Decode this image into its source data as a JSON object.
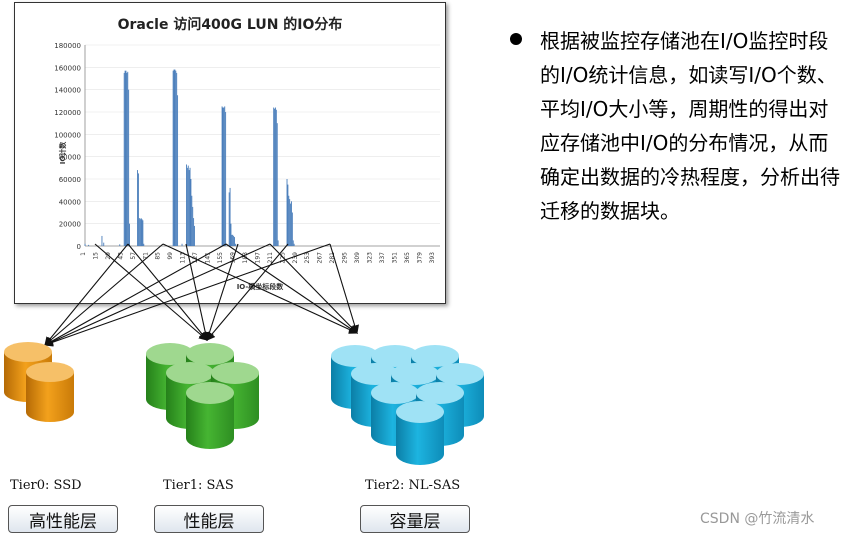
{
  "chart_data": {
    "type": "bar",
    "title": "Oracle 访问400G LUN 的IO分布",
    "xlabel": "IO-横坐标段数",
    "ylabel": "IO计数",
    "ylim": [
      0,
      180000
    ],
    "yticks": [
      0,
      20000,
      40000,
      60000,
      80000,
      100000,
      120000,
      140000,
      160000,
      180000
    ],
    "xticks": [
      "1",
      "15",
      "29",
      "43",
      "57",
      "71",
      "85",
      "99",
      "113",
      "127",
      "141",
      "155",
      "169",
      "183",
      "197",
      "211",
      "225",
      "239",
      "253",
      "267",
      "281",
      "295",
      "309",
      "323",
      "337",
      "351",
      "365",
      "379",
      "393"
    ],
    "x_max": 400,
    "values": [
      [
        1,
        2000
      ],
      [
        5,
        1000
      ],
      [
        20,
        9000
      ],
      [
        22,
        3000
      ],
      [
        40,
        1500
      ],
      [
        45,
        155000
      ],
      [
        46,
        157000
      ],
      [
        47,
        157000
      ],
      [
        48,
        155000
      ],
      [
        49,
        156000
      ],
      [
        50,
        140000
      ],
      [
        51,
        20000
      ],
      [
        60,
        68000
      ],
      [
        61,
        65000
      ],
      [
        62,
        25000
      ],
      [
        63,
        24000
      ],
      [
        64,
        25000
      ],
      [
        65,
        24000
      ],
      [
        66,
        23000
      ],
      [
        67,
        2000
      ],
      [
        100,
        157000
      ],
      [
        101,
        158000
      ],
      [
        102,
        158000
      ],
      [
        103,
        157000
      ],
      [
        104,
        155000
      ],
      [
        105,
        135000
      ],
      [
        110,
        2000
      ],
      [
        115,
        73000
      ],
      [
        116,
        70000
      ],
      [
        117,
        72000
      ],
      [
        118,
        68000
      ],
      [
        119,
        70000
      ],
      [
        120,
        60000
      ],
      [
        121,
        45000
      ],
      [
        122,
        35000
      ],
      [
        123,
        25000
      ],
      [
        124,
        18000
      ],
      [
        155,
        125000
      ],
      [
        156,
        124000
      ],
      [
        157,
        124000
      ],
      [
        158,
        125000
      ],
      [
        159,
        120000
      ],
      [
        163,
        48000
      ],
      [
        164,
        52000
      ],
      [
        165,
        20000
      ],
      [
        166,
        10000
      ],
      [
        167,
        10000
      ],
      [
        168,
        9000
      ],
      [
        169,
        8000
      ],
      [
        170,
        2000
      ],
      [
        172,
        1500
      ],
      [
        213,
        124000
      ],
      [
        214,
        123000
      ],
      [
        215,
        124000
      ],
      [
        216,
        122000
      ],
      [
        217,
        110000
      ],
      [
        218,
        5000
      ],
      [
        228,
        60000
      ],
      [
        229,
        55000
      ],
      [
        230,
        45000
      ],
      [
        231,
        42000
      ],
      [
        232,
        38000
      ],
      [
        233,
        40000
      ],
      [
        234,
        30000
      ],
      [
        235,
        5000
      ],
      [
        236,
        2000
      ]
    ]
  },
  "arrows_label": "",
  "tiers": [
    {
      "name": "Tier0: SSD",
      "button": "高性能层",
      "color": "#e8960c"
    },
    {
      "name": "Tier1: SAS",
      "button": "性能层",
      "color": "#3fa12c"
    },
    {
      "name": "Tier2: NL-SAS",
      "button": "容量层",
      "color": "#17a8d4"
    }
  ],
  "description": "根据被监控存储池在I/O监控时段的I/O统计信息，如读写I/O个数、平均I/O大小等，周期性的得出对应存储池中I/O的分布情况，从而确定出数据的冷热程度，分析出待迁移的数据块。",
  "watermark": "CSDN @竹流清水"
}
